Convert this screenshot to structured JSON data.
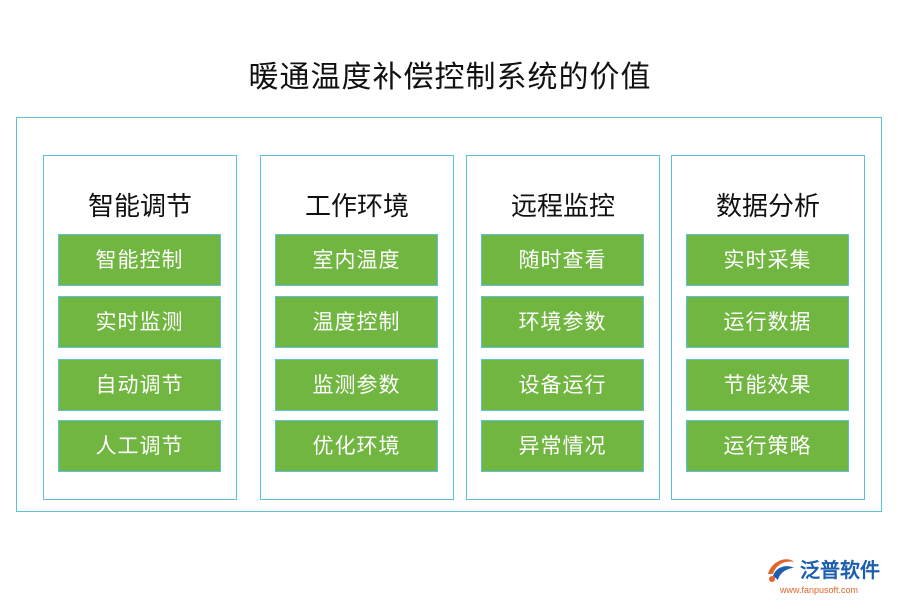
{
  "title": "暖通温度补偿控制系统的价值",
  "columns": [
    {
      "heading": "智能调节",
      "items": [
        "智能控制",
        "实时监测",
        "自动调节",
        "人工调节"
      ]
    },
    {
      "heading": "工作环境",
      "items": [
        "室内温度",
        "温度控制",
        "监测参数",
        "优化环境"
      ]
    },
    {
      "heading": "远程监控",
      "items": [
        "随时查看",
        "环境参数",
        "设备运行",
        "异常情况"
      ]
    },
    {
      "heading": "数据分析",
      "items": [
        "实时采集",
        "运行数据",
        "节能效果",
        "运行策略"
      ]
    }
  ],
  "logo": {
    "name": "泛普软件",
    "url": "www.fanpusoft.com"
  },
  "colors": {
    "border": "#59c3d9",
    "item_fill": "#70b641",
    "item_text": "#ffffff",
    "logo_blue": "#1d5fae",
    "logo_orange": "#e0662a"
  }
}
